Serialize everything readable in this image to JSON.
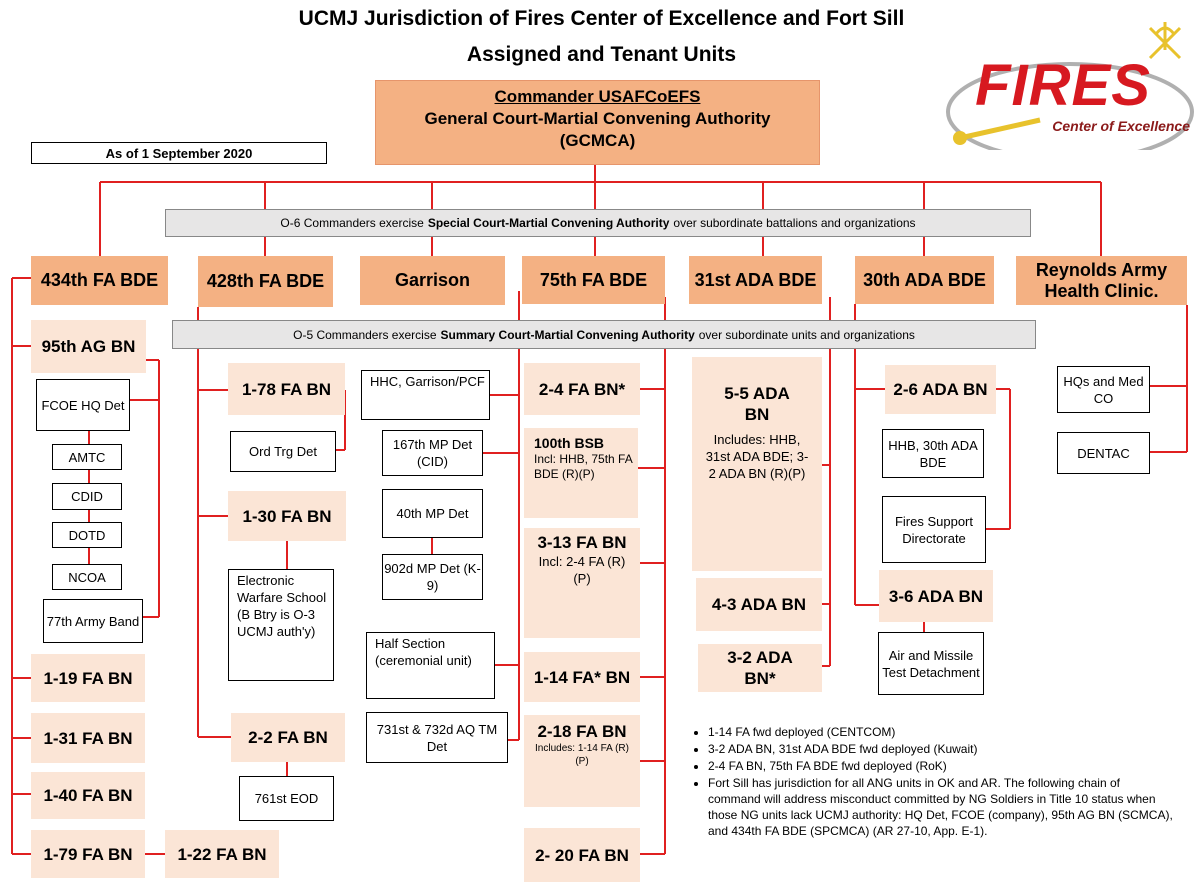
{
  "title": {
    "line1": "UCMJ Jurisdiction of Fires Center of Excellence and Fort Sill",
    "line2": "Assigned and Tenant Units"
  },
  "as_of": "As of 1 September 2020",
  "logo": {
    "word": "FIRES",
    "tagline": "Center of Excellence"
  },
  "commander": {
    "line1": "Commander USAFCoEFS",
    "line2": "General Court-Martial Convening Authority",
    "line3": "(GCMCA)"
  },
  "o6_band": {
    "pre": "O-6 Commanders exercise",
    "bold": "Special Court-Martial Convening Authority",
    "post": "over subordinate battalions and organizations"
  },
  "o5_band": {
    "pre": "O-5 Commanders exercise",
    "bold": "Summary Court-Martial Convening Authority",
    "post": "over subordinate units and organizations"
  },
  "brigades": {
    "b434": "434th FA BDE",
    "b428": "428th FA BDE",
    "garrison": "Garrison",
    "b75": "75th FA BDE",
    "b31": "31st ADA BDE",
    "b30": "30th ADA BDE",
    "reynolds": "Reynolds Army Health Clinic."
  },
  "col434": {
    "bn95": "95th AG BN",
    "fcoe": "FCOE HQ Det",
    "amtc": "AMTC",
    "cdid": "CDID",
    "dotd": "DOTD",
    "ncoa": "NCOA",
    "band77": "77th Army Band",
    "bn119": "1-19 FA BN",
    "bn131": "1-31 FA BN",
    "bn140": "1-40 FA BN",
    "bn179": "1-79 FA BN",
    "bn122": "1-22 FA BN"
  },
  "col428": {
    "bn178": "1-78 FA BN",
    "ord": "Ord Trg Det",
    "bn130": "1-30 FA BN",
    "ews": "Electronic Warfare School (B Btry is O-3 UCMJ auth'y)",
    "bn22": "2-2 FA BN",
    "eod": "761st EOD"
  },
  "colGarrison": {
    "hhc": "HHC, Garrison/PCF",
    "mp167": "167th MP Det (CID)",
    "mp40": "40th MP Det",
    "mp902": "902d MP Det (K-9)",
    "half": "Half Section (ceremonial unit)",
    "aq": "731st & 732d AQ TM Det"
  },
  "col75": {
    "bn24": "2-4 FA BN*",
    "bsb_title": "100th BSB",
    "bsb_incl": "Incl: HHB, 75th FA BDE (R)(P)",
    "bn313": "3-13 FA BN",
    "bn313_incl": "Incl: 2-4 FA (R)(P)",
    "bn114": "1-14 FA* BN",
    "bn218": "2-18 FA BN",
    "bn218_incl": "Includes: 1-14 FA (R)(P)",
    "bn220": "2- 20 FA BN"
  },
  "col31": {
    "bn55": "5-5 ADA BN",
    "bn55_incl": "Includes: HHB, 31st ADA BDE; 3-2 ADA BN (R)(P)",
    "bn43": "4-3 ADA BN",
    "bn32": "3-2 ADA BN*"
  },
  "col30": {
    "bn26": "2-6 ADA BN",
    "hhb30": "HHB, 30th ADA BDE",
    "fires": "Fires Support Directorate",
    "bn36": "3-6 ADA BN",
    "amtd": "Air and Missile Test Detachment"
  },
  "colReynolds": {
    "hqs": "HQs and Med CO",
    "dentac": "DENTAC"
  },
  "notes": [
    "1-14 FA fwd deployed (CENTCOM)",
    "3-2 ADA BN, 31st ADA BDE fwd deployed (Kuwait)",
    "2-4 FA BN, 75th FA BDE fwd deployed (RoK)",
    "Fort Sill has jurisdiction for all ANG units in OK and AR. The following chain of command will address misconduct committed by NG Soldiers in Title 10 status when those NG units lack UCMJ authority: HQ Det, FCOE (company), 95th AG BN (SCMCA), and 434th FA BDE (SPCMCA) (AR 27-10, App. E-1)."
  ],
  "colors": {
    "line": "#e02020",
    "brigade": "#f4b183",
    "battalion": "#fbe5d6",
    "band": "#e7e6e6",
    "logo_red": "#d71920",
    "logo_gold": "#e8c22c"
  }
}
